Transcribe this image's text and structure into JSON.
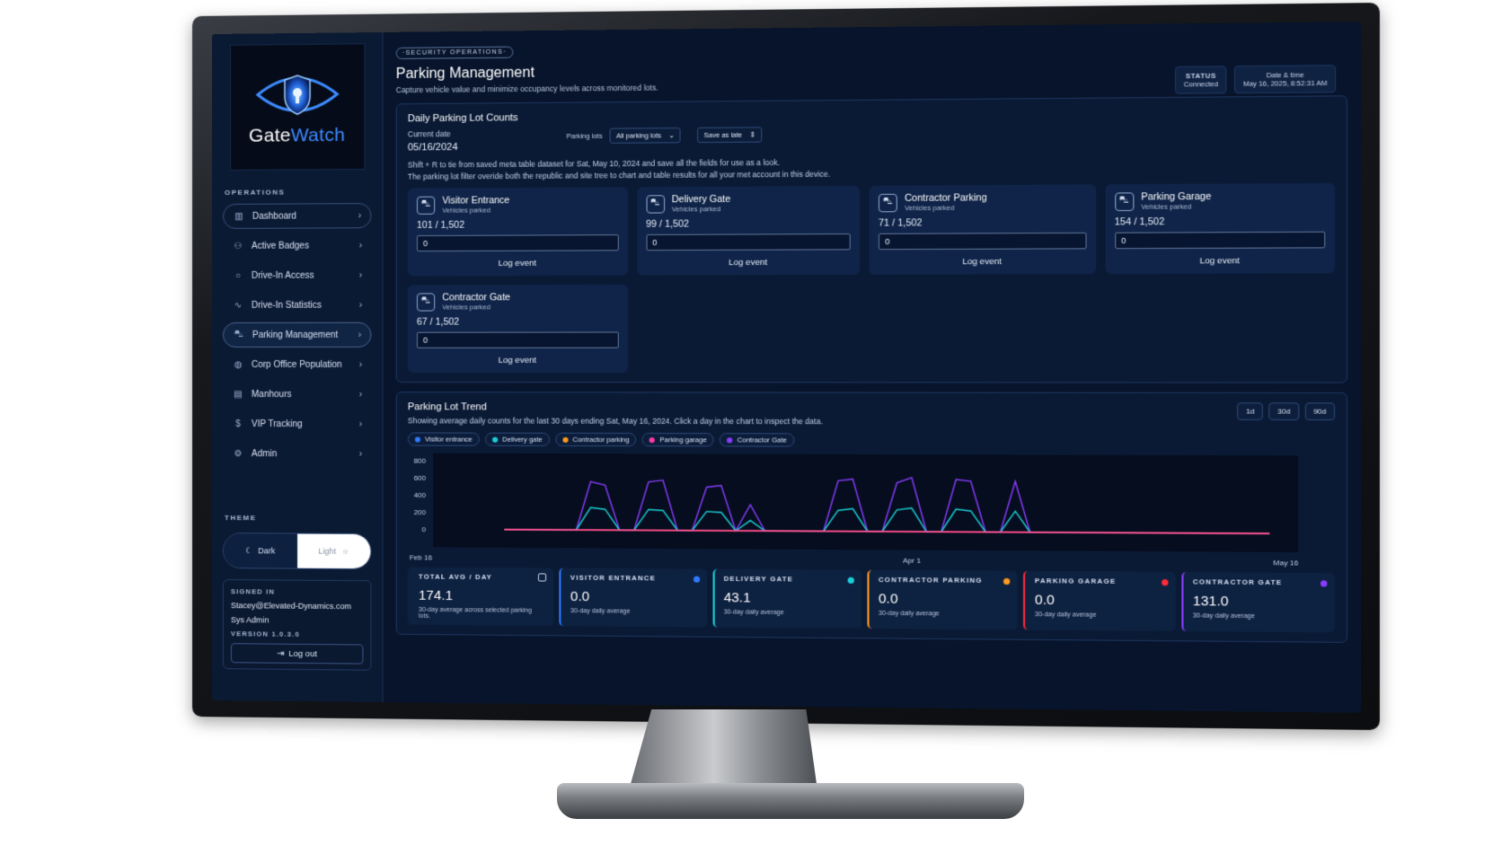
{
  "brand": {
    "name_part1": "Gate",
    "name_part2": "Watch"
  },
  "sidebar": {
    "section_label": "OPERATIONS",
    "items": [
      {
        "label": "Dashboard",
        "icon": "bar-chart-icon"
      },
      {
        "label": "Active Badges",
        "icon": "users-icon"
      },
      {
        "label": "Drive-In Access",
        "icon": "circle-icon"
      },
      {
        "label": "Drive-In Statistics",
        "icon": "pulse-icon"
      },
      {
        "label": "Parking Management",
        "icon": "car-icon"
      },
      {
        "label": "Corp Office Population",
        "icon": "globe-icon"
      },
      {
        "label": "Manhours",
        "icon": "clipboard-icon"
      },
      {
        "label": "VIP Tracking",
        "icon": "dollar-icon"
      },
      {
        "label": "Admin",
        "icon": "gear-icon"
      }
    ],
    "theme": {
      "label": "THEME",
      "dark": "Dark",
      "light": "Light"
    },
    "signed_in": {
      "label": "SIGNED IN",
      "email": "Stacey@Elevated-Dynamics.com",
      "role": "Sys Admin",
      "version": "VERSION 1.0.3.0",
      "logout": "Log out"
    }
  },
  "header": {
    "tag": "·SECURITY OPERATIONS·",
    "title": "Parking Management",
    "subtitle": "Capture vehicle value and minimize occupancy levels across monitored lots.",
    "status_label": "STATUS",
    "status_value": "Connected",
    "datetime_label": "Date & time",
    "datetime_value": "May 16, 2025, 8:52:31 AM"
  },
  "daily": {
    "title": "Daily Parking Lot Counts",
    "current_date_label": "Current date",
    "current_date": "05/16/2024",
    "parking_lots_label": "Parking lots",
    "parking_lots_value": "All parking lots",
    "save_label": "Save as late",
    "note1": "Shift + R to tie from saved meta table dataset for Sat, May 10, 2024 and save all the fields for use as a look.",
    "note2": "The parking lot filter overide both the republic and site tree to chart and table results for all your met account in this device.",
    "lots": [
      {
        "name": "Visitor Entrance",
        "sub": "Vehicles parked",
        "count": "101 / 1,502",
        "input": "0",
        "button": "Log event"
      },
      {
        "name": "Delivery Gate",
        "sub": "Vehicles parked",
        "count": "99 / 1,502",
        "input": "0",
        "button": "Log event"
      },
      {
        "name": "Contractor Parking",
        "sub": "Vehicles parked",
        "count": "71 / 1,502",
        "input": "0",
        "button": "Log event"
      },
      {
        "name": "Parking Garage",
        "sub": "Vehicles parked",
        "count": "154 / 1,502",
        "input": "0",
        "button": "Log event"
      },
      {
        "name": "Contractor Gate",
        "sub": "Vehicles parked",
        "count": "67 / 1,502",
        "input": "0",
        "button": "Log event"
      }
    ]
  },
  "trend": {
    "title": "Parking Lot Trend",
    "subtitle": "Showing average daily counts for the last 30 days ending Sat, May 16, 2024. Click a day in the chart to inspect the data.",
    "ranges": [
      "1d",
      "30d",
      "90d"
    ],
    "legend": [
      {
        "label": "Visitor entrance",
        "color": "#2f7bff"
      },
      {
        "label": "Delivery gate",
        "color": "#1ad0d8"
      },
      {
        "label": "Contractor parking",
        "color": "#ff9a1f"
      },
      {
        "label": "Parking garage",
        "color": "#ff3aa8"
      },
      {
        "label": "Contractor Gate",
        "color": "#8a3dff"
      }
    ],
    "y_ticks": [
      "800",
      "600",
      "400",
      "200",
      "0"
    ],
    "x_ticks": [
      "Feb 16",
      "Apr 1",
      "May 16"
    ]
  },
  "chart_data": {
    "type": "line",
    "ylim": [
      0,
      800
    ],
    "x_labels": [
      "Feb 16",
      "Apr 1",
      "May 16"
    ],
    "series": [
      {
        "name": "Contractor Gate",
        "color": "#8a3dff",
        "values": [
          0,
          0,
          0,
          0,
          0,
          0,
          560,
          520,
          0,
          0,
          560,
          580,
          0,
          0,
          500,
          520,
          0,
          300,
          0,
          0,
          0,
          0,
          0,
          580,
          600,
          0,
          0,
          560,
          620,
          0,
          0,
          600,
          580,
          0,
          0,
          580,
          0,
          0,
          0,
          0,
          0,
          0,
          0,
          0,
          0,
          0,
          0,
          0,
          0,
          0,
          0,
          0,
          0
        ]
      },
      {
        "name": "Delivery gate",
        "color": "#1ad0d8",
        "values": [
          0,
          0,
          0,
          0,
          0,
          0,
          260,
          240,
          0,
          0,
          240,
          230,
          0,
          0,
          220,
          210,
          0,
          120,
          0,
          0,
          0,
          0,
          0,
          240,
          260,
          0,
          0,
          250,
          270,
          0,
          0,
          260,
          240,
          0,
          0,
          240,
          0,
          0,
          0,
          0,
          0,
          0,
          0,
          0,
          0,
          0,
          0,
          0,
          0,
          0,
          0,
          0,
          0
        ]
      },
      {
        "name": "Contractor parking",
        "color": "#ff9a1f",
        "values": [
          0,
          0,
          0,
          0,
          0,
          0,
          0,
          0,
          0,
          0,
          0,
          0,
          0,
          0,
          0,
          0,
          0,
          0,
          0,
          0,
          0,
          0,
          0,
          0,
          0,
          0,
          0,
          0,
          0,
          0,
          0,
          0,
          0,
          0,
          0,
          0,
          0,
          0,
          0,
          0,
          0,
          0,
          0,
          0,
          0,
          0,
          0,
          0,
          0,
          0,
          0,
          0,
          0
        ]
      },
      {
        "name": "Parking garage",
        "color": "#ff3aa8",
        "values": [
          0,
          0,
          0,
          0,
          0,
          0,
          0,
          0,
          0,
          0,
          0,
          0,
          0,
          0,
          0,
          0,
          0,
          0,
          0,
          0,
          0,
          0,
          0,
          0,
          0,
          0,
          0,
          0,
          0,
          0,
          0,
          0,
          0,
          0,
          0,
          0,
          0,
          0,
          0,
          0,
          0,
          0,
          0,
          0,
          0,
          0,
          0,
          0,
          0,
          0,
          0,
          0,
          0
        ]
      }
    ]
  },
  "stats": [
    {
      "label": "TOTAL AVG / DAY",
      "value": "174.1",
      "desc": "30-day average across selected parking lots.",
      "color": ""
    },
    {
      "label": "VISITOR ENTRANCE",
      "value": "0.0",
      "desc": "30-day daily average",
      "color": "#2f7bff"
    },
    {
      "label": "DELIVERY GATE",
      "value": "43.1",
      "desc": "30-day daily average",
      "color": "#1ad0d8"
    },
    {
      "label": "CONTRACTOR PARKING",
      "value": "0.0",
      "desc": "30-day daily average",
      "color": "#ff9a1f"
    },
    {
      "label": "PARKING GARAGE",
      "value": "0.0",
      "desc": "30-day daily average",
      "color": "#ff2a3a"
    },
    {
      "label": "CONTRACTOR GATE",
      "value": "131.0",
      "desc": "30-day daily average",
      "color": "#8a3dff"
    }
  ]
}
